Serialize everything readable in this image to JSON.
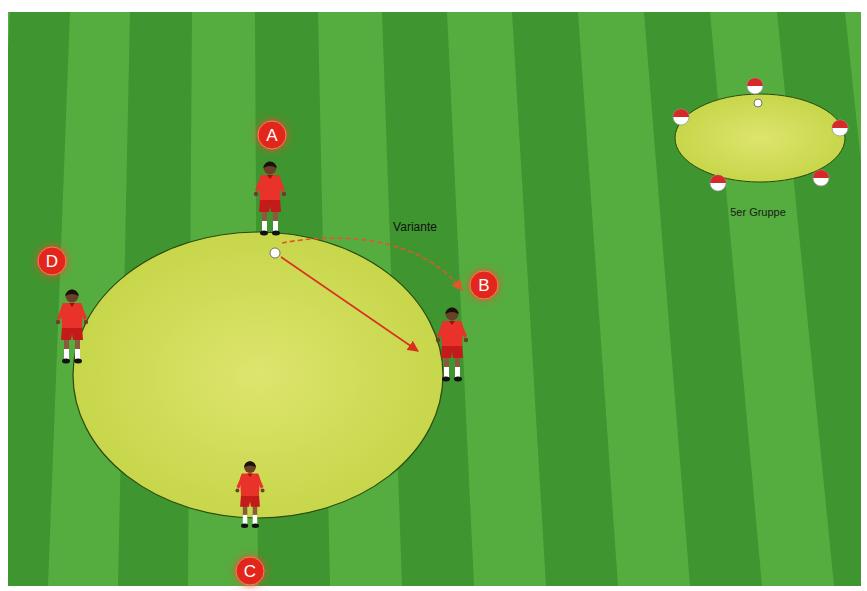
{
  "diagram": {
    "nodes": [
      {
        "text": [
          "A"
        ]
      },
      {
        "text": [
          "D"
        ]
      },
      {
        "text": [
          "B"
        ]
      },
      {
        "text": [
          "C"
        ]
      }
    ],
    "labels": [
      "Variante",
      "5er Gruppe"
    ]
  }
}
